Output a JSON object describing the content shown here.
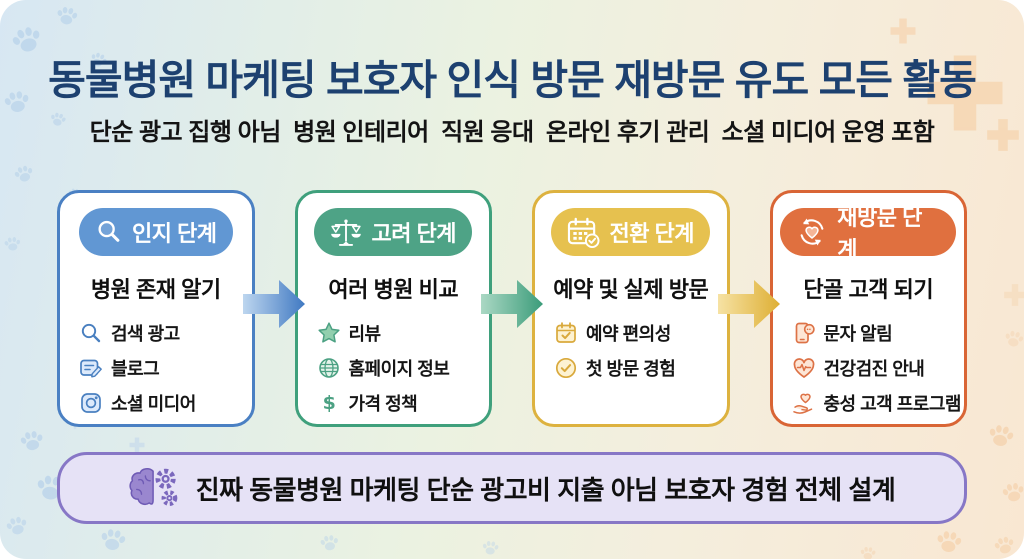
{
  "header": {
    "title": "동물병원 마케팅 보호자 인식 방문 재방문 유도 모든 활동",
    "subtitle": "단순 광고 집행 아님  병원 인테리어  직원 응대  온라인 후기 관리  소셜 미디어 운영 포함"
  },
  "stages": [
    {
      "badge_label": "인지 단계",
      "badge_icon": "search-icon",
      "badge_color": "#6197d3",
      "border_color": "#4a80c3",
      "heading": "병원 존재 알기",
      "items": [
        {
          "icon": "search-icon",
          "label": "검색 광고"
        },
        {
          "icon": "blog-icon",
          "label": "블로그"
        },
        {
          "icon": "social-media-icon",
          "label": "소셜 미디어"
        }
      ]
    },
    {
      "badge_label": "고려 단계",
      "badge_icon": "scale-icon",
      "badge_color": "#4ea386",
      "border_color": "#3fa07c",
      "heading": "여러 병원 비교",
      "items": [
        {
          "icon": "star-icon",
          "label": "리뷰"
        },
        {
          "icon": "globe-icon",
          "label": "홈페이지 정보"
        },
        {
          "icon": "dollar-icon",
          "label": "가격 정책"
        }
      ]
    },
    {
      "badge_label": "전환 단계",
      "badge_icon": "calendar-check-icon",
      "badge_color": "#e6c14f",
      "border_color": "#ddb23f",
      "heading": "예약 및 실제 방문",
      "items": [
        {
          "icon": "calendar-check-icon",
          "label": "예약 편의성"
        },
        {
          "icon": "check-circle-icon",
          "label": "첫 방문 경험"
        }
      ]
    },
    {
      "badge_label": "재방문 단계",
      "badge_icon": "refresh-heart-icon",
      "badge_color": "#e0703f",
      "border_color": "#d96535",
      "heading": "단골 고객 되기",
      "items": [
        {
          "icon": "phone-message-icon",
          "label": "문자 알림"
        },
        {
          "icon": "heart-pulse-icon",
          "label": "건강검진 안내"
        },
        {
          "icon": "hand-heart-icon",
          "label": "충성 고객 프로그램"
        }
      ]
    }
  ],
  "arrows": [
    {
      "from": "인지 단계",
      "to": "고려 단계",
      "color": "#4079c2"
    },
    {
      "from": "고려 단계",
      "to": "전환 단계",
      "color": "#3b9c7a"
    },
    {
      "from": "전환 단계",
      "to": "재방문 단계",
      "color": "#deaf34"
    }
  ],
  "footer": {
    "icon": "brain-gears-icon",
    "text": "진짜 동물병원 마케팅 단순 광고비 지출 아님 보호자 경험 전체 설계",
    "bg_color": "#e6e2f6",
    "border_color": "#8777c6"
  },
  "colors": {
    "title_text": "#1d4170",
    "background_left": "#d7e7f3",
    "background_right": "#f9e7d2",
    "paw_blue": "#b9d3ea",
    "paw_orange": "#f5d4b0",
    "cross_orange": "#f6d7b4"
  },
  "decorations": {
    "left": "paw-icon",
    "right": "cross-icon"
  }
}
